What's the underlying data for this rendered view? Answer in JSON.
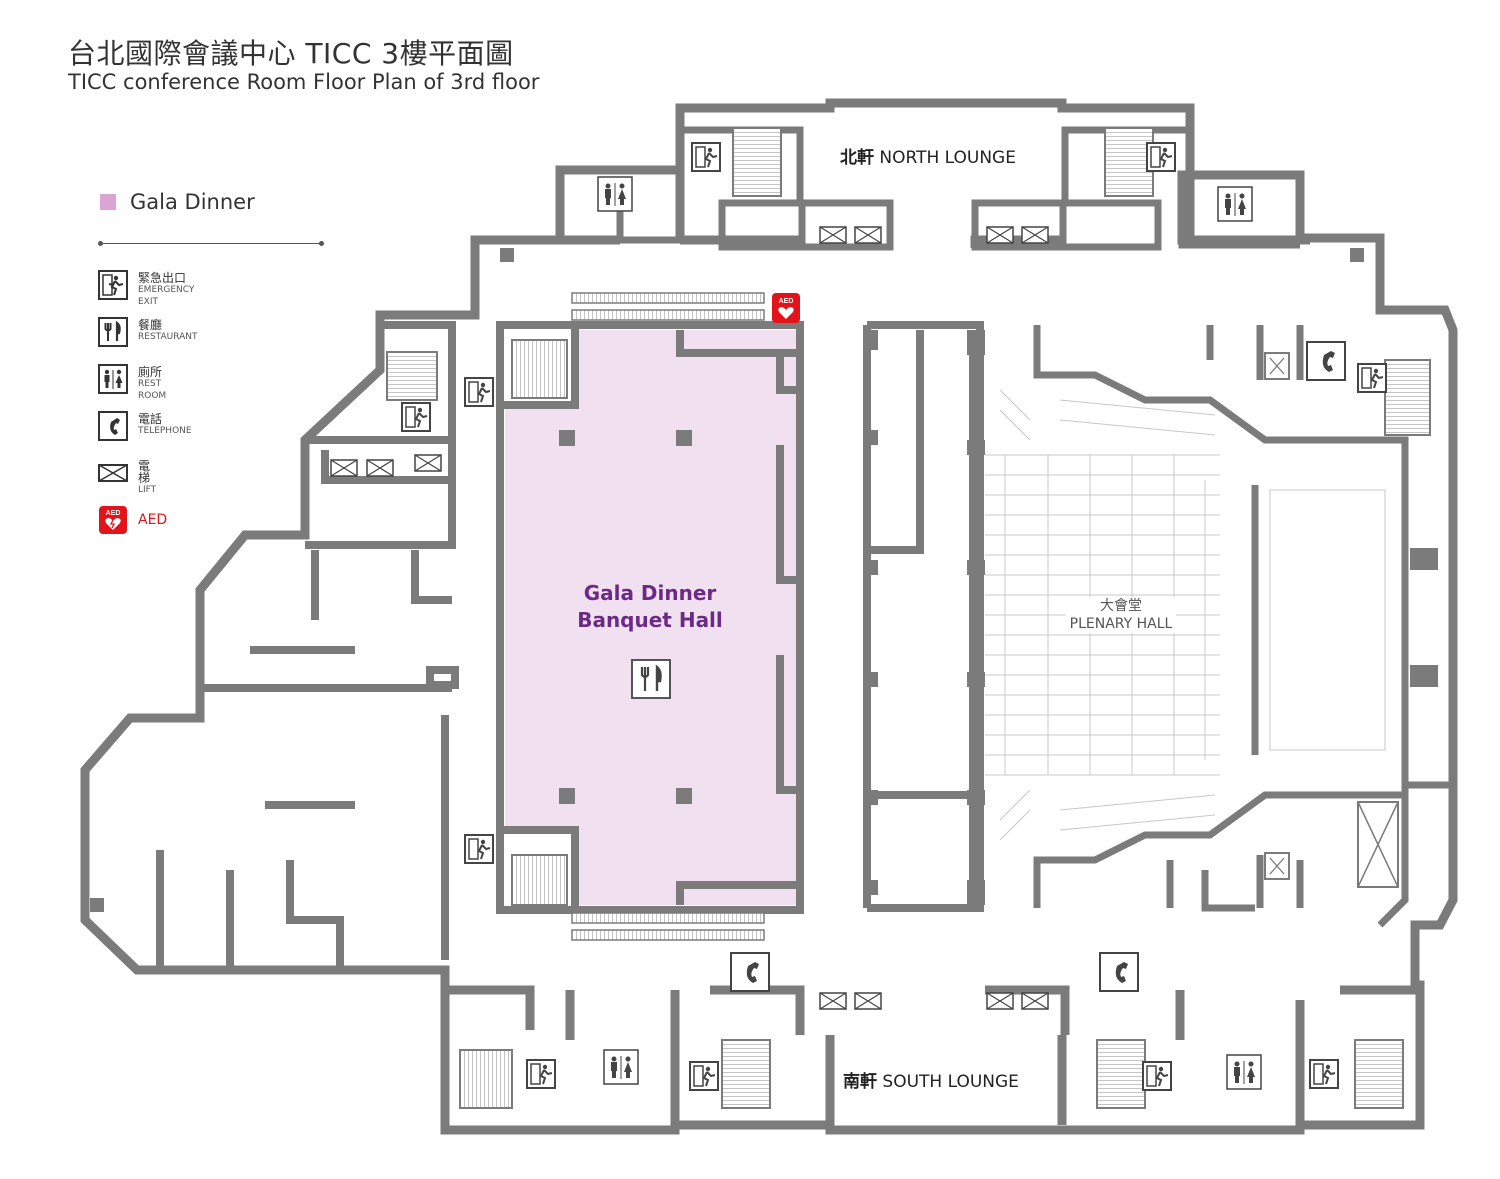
{
  "title": {
    "cn": "台北國際會議中心 TICC 3樓平面圖",
    "en": "TICC conference Room Floor Plan of 3rd floor"
  },
  "legend": {
    "highlight": {
      "label": "Gala Dinner",
      "color": "#d9a6d3"
    },
    "items": [
      {
        "icon": "emergency-exit-icon",
        "cn": "緊急出口",
        "en": "EMERGENCY EXIT"
      },
      {
        "icon": "restaurant-icon",
        "cn": "餐廳",
        "en": "RESTAURANT"
      },
      {
        "icon": "restroom-icon",
        "cn": "廁所",
        "en": "REST ROOM"
      },
      {
        "icon": "telephone-icon",
        "cn": "電話",
        "en": "TELEPHONE"
      },
      {
        "icon": "lift-icon",
        "cn": "電梯",
        "en": "LIFT"
      },
      {
        "icon": "aed-icon",
        "label": "AED",
        "badge": "AED"
      }
    ]
  },
  "map": {
    "north_lounge": {
      "cn": "北軒",
      "en": "NORTH LOUNGE"
    },
    "south_lounge": {
      "cn": "南軒",
      "en": "SOUTH LOUNGE"
    },
    "gala_hall": {
      "line1": "Gala Dinner",
      "line2": "Banquet Hall"
    },
    "plenary_hall": {
      "cn": "大會堂",
      "en": "PLENARY HALL"
    },
    "aed_badge": "AED"
  },
  "colors": {
    "wall": "#7b7b7b",
    "highlight_fill": "#f1e0f0",
    "title_text": "#6a2a86",
    "aed_red": "#e3131b"
  }
}
